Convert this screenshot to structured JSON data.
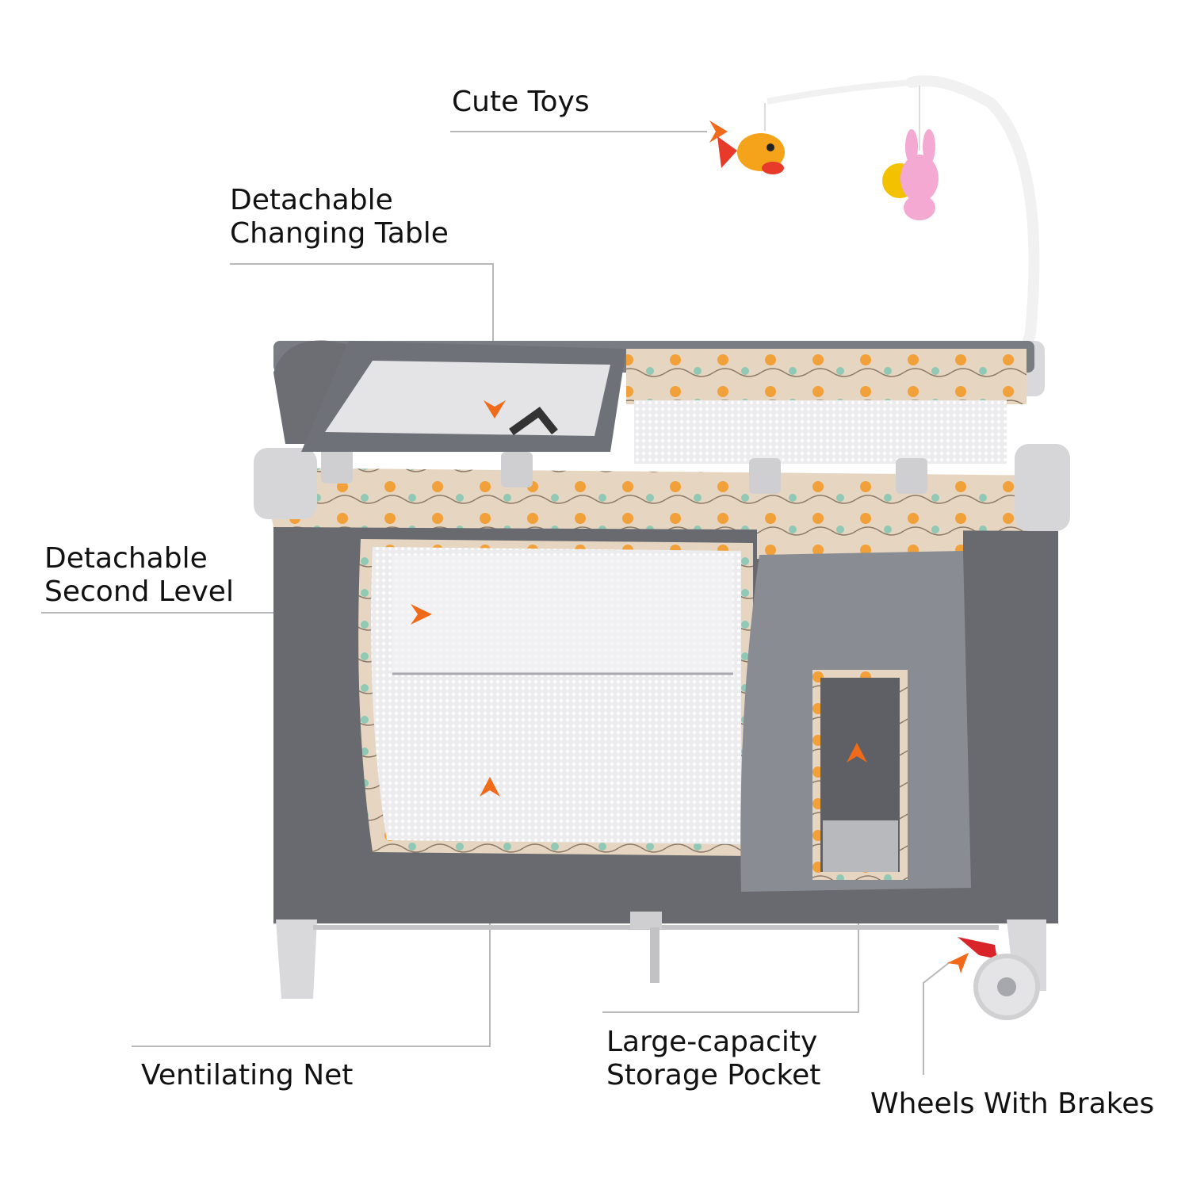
{
  "labels": {
    "cute_toys": {
      "lines": [
        "Cute Toys"
      ]
    },
    "changing_table": {
      "lines": [
        "Detachable",
        "Changing Table"
      ]
    },
    "second_level": {
      "lines": [
        "Detachable",
        "Second Level"
      ]
    },
    "ventilating_net": {
      "lines": [
        "Ventilating Net"
      ]
    },
    "storage_pocket": {
      "lines": [
        "Large-capacity",
        "Storage Pocket"
      ]
    },
    "wheels": {
      "lines": [
        "Wheels With Brakes"
      ]
    }
  },
  "colors": {
    "background": "#ffffff",
    "frame_gray": "#6f7178",
    "mesh_light": "#e9e9ec",
    "print_beige": "#e6d6c1",
    "arrow_orange": "#f06a1a",
    "leader_gray": "#b8b8b8",
    "brake_red": "#d9252a"
  }
}
